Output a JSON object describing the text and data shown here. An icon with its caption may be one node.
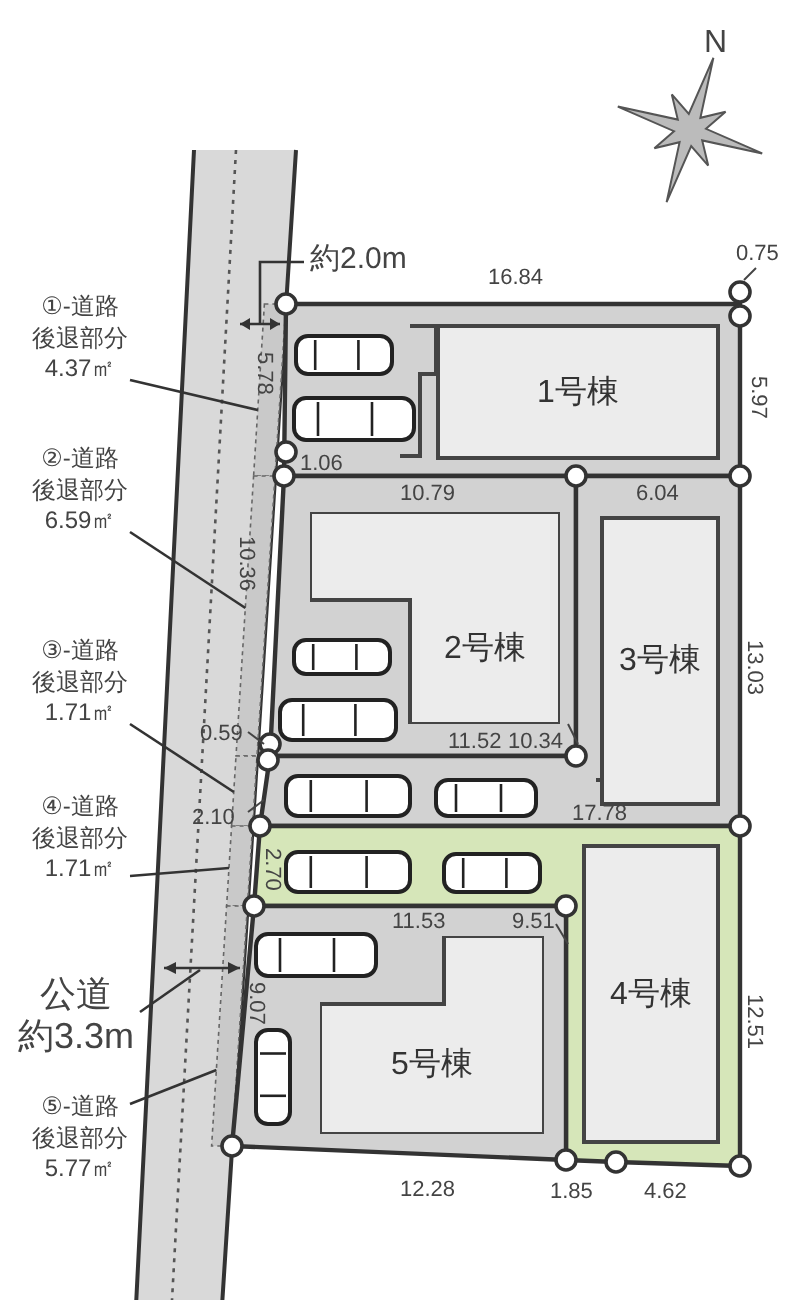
{
  "diagram": {
    "nodes": [
      {
        "text": [
          "1号棟"
        ]
      },
      {
        "text": [
          "①-道路後退部分",
          "4.37㎡"
        ]
      },
      {
        "text": [
          "②-道路後退部分",
          "6.59㎡"
        ]
      },
      {
        "text": [
          "2号棟"
        ]
      },
      {
        "text": [
          "3号棟"
        ]
      },
      {
        "text": [
          "③-道路後退部分",
          "1.71㎡"
        ]
      },
      {
        "text": [
          "④-道路後退部分",
          "1.71㎡"
        ]
      },
      {
        "text": [
          "4号棟"
        ]
      },
      {
        "text": [
          "公道",
          "約3.3m"
        ]
      },
      {
        "text": [
          "5号棟"
        ]
      },
      {
        "text": [
          "⑤-道路後退部分",
          "5.77㎡"
        ]
      },
      {
        "text": [],
        "shape": "bar"
      },
      {
        "text": [],
        "shape": "bar",
        "in": 11
      },
      {
        "text": [],
        "shape": "bar",
        "in": 11
      },
      {
        "text": [],
        "shape": "bar",
        "in": 11
      },
      {
        "text": [],
        "shape": "bar",
        "in": 11
      },
      {
        "text": [],
        "shape": "bar",
        "in": 11
      }
    ],
    "edges": [
      {
        "from": 1,
        "to": 12,
        "arrow": "none"
      },
      {
        "from": 2,
        "to": 13,
        "arrow": "none"
      },
      {
        "from": 5,
        "to": 14,
        "arrow": "none"
      },
      {
        "from": 6,
        "to": 15,
        "arrow": "none"
      },
      {
        "from": 8,
        "to": 11,
        "arrow": "none"
      },
      {
        "from": 10,
        "to": 16,
        "arrow": "none"
      }
    ],
    "labels": [
      "N",
      "約2.0m",
      "16.84",
      "0.75",
      "5.78",
      "5.97",
      "1.06",
      "10.79",
      "6.04",
      "10.36",
      "13.03",
      "0.59",
      "11.52",
      "10.34",
      "17.78",
      "2.10",
      "2.70",
      "11.53",
      "9.51",
      "12.51",
      "9.07",
      "12.28",
      "1.85",
      "4.62"
    ]
  }
}
